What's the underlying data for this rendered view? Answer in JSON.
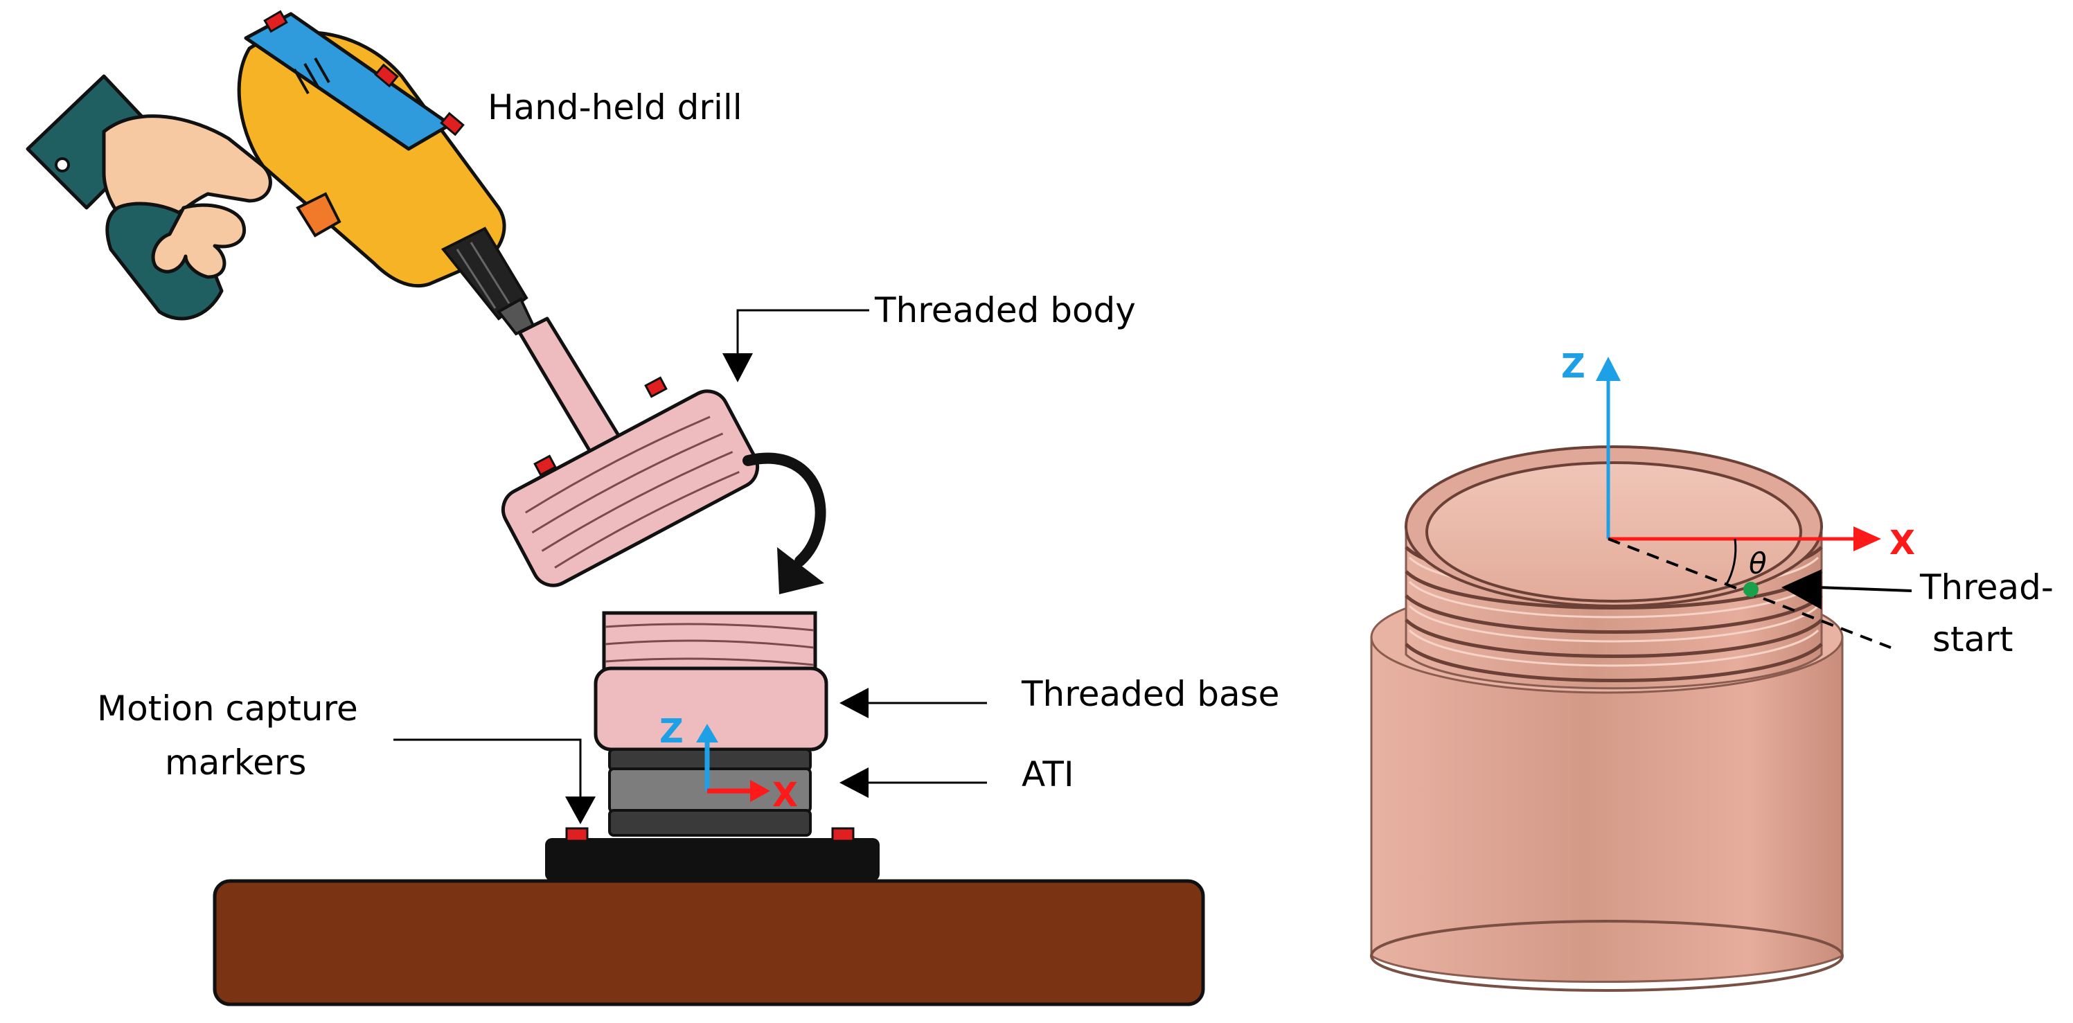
{
  "labels": {
    "drill": "Hand-held drill",
    "threaded_body": "Threaded body",
    "threaded_base": "Threaded base",
    "ati": "ATI",
    "markers_line1": "Motion capture",
    "markers_line2": "markers",
    "thread_start_line1": "Thread-",
    "thread_start_line2": "start"
  },
  "axes": {
    "z": "Z",
    "x": "X",
    "angle": "θ"
  },
  "colors": {
    "z_axis": "#1ea0e6",
    "x_axis": "#ff1a1a",
    "table": "#7b3413",
    "mount": "#111111",
    "pink_part": "#eebcbe",
    "copper": "#dca08f",
    "drill_body": "#f5b325",
    "drill_accent": "#2f9bdc",
    "marker": "#e02020",
    "thread_start_dot": "#1aa04a"
  }
}
